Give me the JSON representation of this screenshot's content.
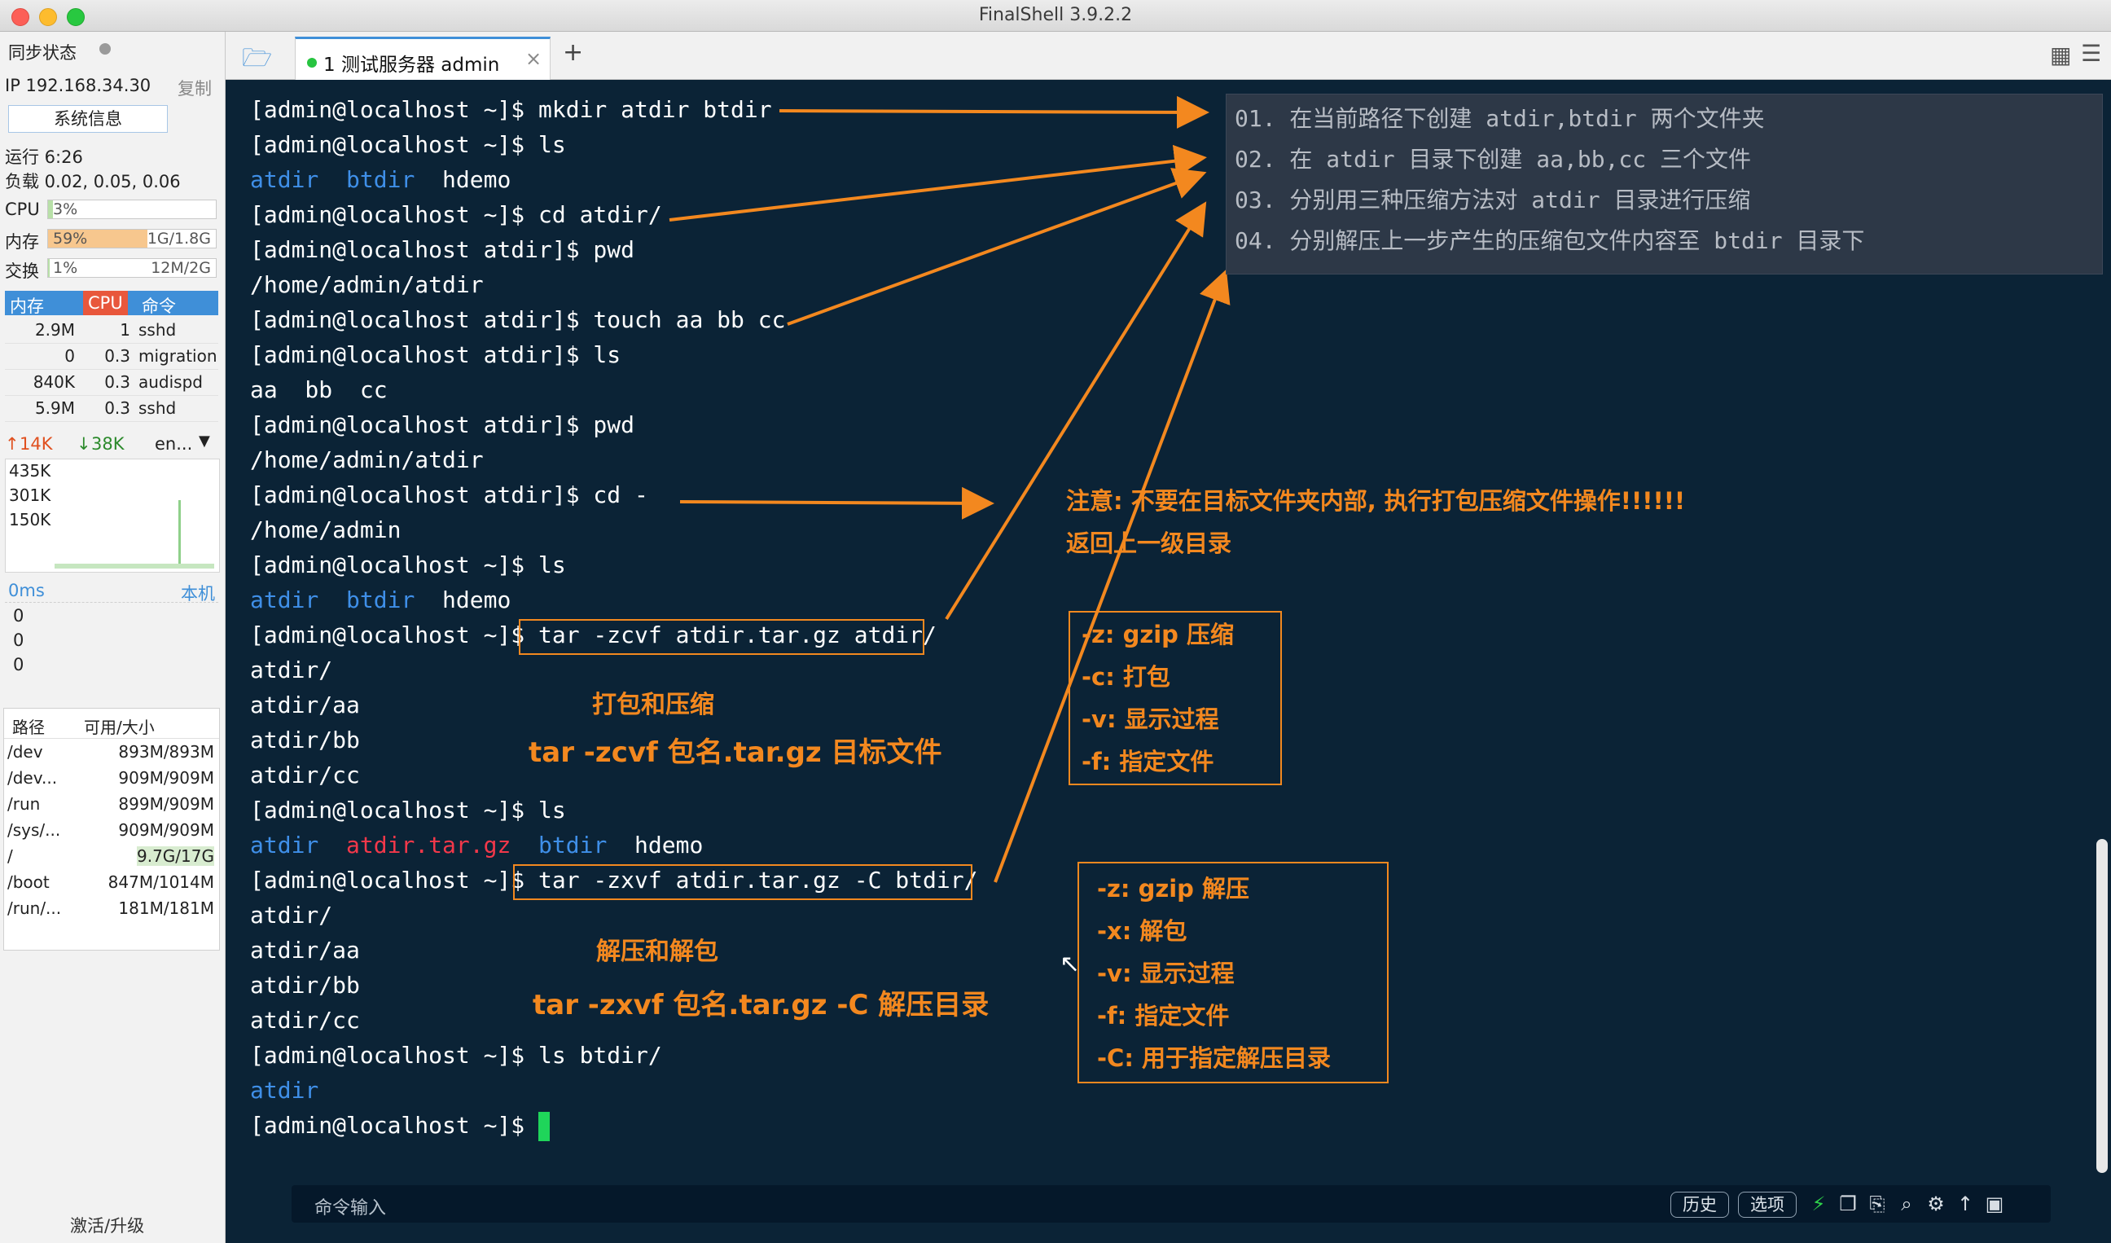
{
  "window": {
    "title": "FinalShell 3.9.2.2"
  },
  "sidebar": {
    "sync_label": "同步状态",
    "ip_label": "IP 192.168.34.30",
    "copy_label": "复制",
    "sysinfo_button": "系统信息",
    "uptime": "运行 6:26",
    "load": "负载 0.02, 0.05, 0.06",
    "cpu": {
      "label": "CPU",
      "value": "3%",
      "fraction": 0.03
    },
    "mem": {
      "label": "内存",
      "percent": "59%",
      "value": "1G/1.8G",
      "fraction": 0.59
    },
    "swap": {
      "label": "交换",
      "percent": "1%",
      "value": "12M/2G",
      "fraction": 0.01
    },
    "proc_headers": [
      "内存",
      "CPU",
      "命令"
    ],
    "processes": [
      {
        "mem": "2.9M",
        "cpu": "1",
        "cmd": "sshd"
      },
      {
        "mem": "0",
        "cpu": "0.3",
        "cmd": "migration"
      },
      {
        "mem": "840K",
        "cpu": "0.3",
        "cmd": "audispd"
      },
      {
        "mem": "5.9M",
        "cpu": "0.3",
        "cmd": "sshd"
      }
    ],
    "net": {
      "up": "14K",
      "down": "38K",
      "iface": "en...",
      "scale": [
        "435K",
        "301K",
        "150K"
      ]
    },
    "latency": {
      "label": "0ms",
      "host": "本机",
      "values": [
        "0",
        "0",
        "0"
      ]
    },
    "disk_headers": [
      "路径",
      "可用/大小"
    ],
    "disks": [
      {
        "path": "/dev",
        "size": "893M/893M"
      },
      {
        "path": "/dev...",
        "size": "909M/909M"
      },
      {
        "path": "/run",
        "size": "899M/909M"
      },
      {
        "path": "/sys/...",
        "size": "909M/909M"
      },
      {
        "path": "/",
        "size": "9.7G/17G"
      },
      {
        "path": "/boot",
        "size": "847M/1014M"
      },
      {
        "path": "/run/...",
        "size": "181M/181M"
      }
    ],
    "activate": "激活/升级"
  },
  "tab": {
    "label": "1 测试服务器 admin",
    "close": "×",
    "add": "+"
  },
  "terminal": {
    "lines": [
      "[admin@localhost ~]$ mkdir atdir btdir",
      "[admin@localhost ~]$ ls",
      "",
      "[admin@localhost ~]$ cd atdir/",
      "[admin@localhost atdir]$ pwd",
      "/home/admin/atdir",
      "[admin@localhost atdir]$ touch aa bb cc",
      "[admin@localhost atdir]$ ls",
      "aa  bb  cc",
      "[admin@localhost atdir]$ pwd",
      "/home/admin/atdir",
      "[admin@localhost atdir]$ cd -",
      "/home/admin",
      "[admin@localhost ~]$ ls",
      "",
      "[admin@localhost ~]$ tar -zcvf atdir.tar.gz atdir/",
      "atdir/",
      "atdir/aa",
      "atdir/bb",
      "atdir/cc",
      "[admin@localhost ~]$ ls",
      "",
      "[admin@localhost ~]$ tar -zxvf atdir.tar.gz -C btdir/",
      "atdir/",
      "atdir/aa",
      "atdir/bb",
      "atdir/cc",
      "[admin@localhost ~]$ ls btdir/",
      "",
      "[admin@localhost ~]$ "
    ],
    "ls1": {
      "a": "atdir",
      "b": "btdir",
      "c": "hdemo"
    },
    "ls2": {
      "a": "atdir",
      "b": "btdir",
      "c": "hdemo"
    },
    "ls3": {
      "a": "atdir",
      "b": "atdir.tar.gz",
      "c": "btdir",
      "d": "hdemo"
    },
    "ls4": {
      "a": "atdir"
    }
  },
  "notes": [
    "01. 在当前路径下创建 atdir,btdir 两个文件夹",
    "02. 在 atdir 目录下创建 aa,bb,cc 三个文件",
    "03. 分别用三种压缩方法对 atdir 目录进行压缩",
    "04. 分别解压上一步产生的压缩包文件内容至 btdir 目录下"
  ],
  "annotations": {
    "warning1": "注意: 不要在目标文件夹内部, 执行打包压缩文件操作!!!!!!",
    "warning2": "返回上一级目录",
    "pack_title": "打包和压缩",
    "pack_cmd": "tar -zcvf 包名.tar.gz 目标文件",
    "unpack_title": "解压和解包",
    "unpack_cmd": "tar -zxvf 包名.tar.gz -C 解压目录",
    "pack_opts": [
      "-z: gzip 压缩",
      "-c: 打包",
      "-v: 显示过程",
      "-f: 指定文件"
    ],
    "unpack_opts": [
      "-z: gzip 解压",
      "-x: 解包",
      "-v: 显示过程",
      "-f: 指定文件",
      "-C: 用于指定解压目录"
    ]
  },
  "inputbar": {
    "label": "命令输入",
    "history": "历史",
    "options": "选项"
  },
  "colors": {
    "accent": "#3f8fd8",
    "terminal_bg": "#0b2336",
    "annotation": "#f3881f",
    "dir_blue": "#3f8fe8",
    "archive_red": "#f2384a",
    "cursor": "#1fd55a"
  }
}
